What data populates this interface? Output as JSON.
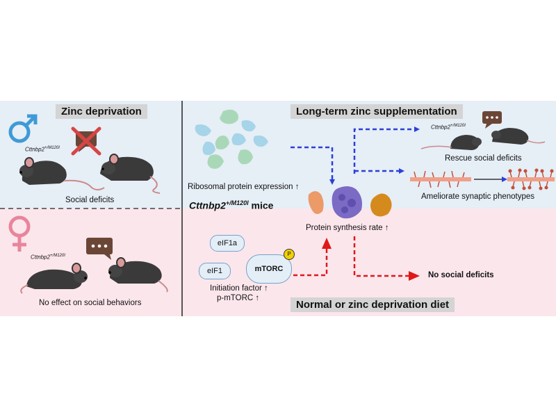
{
  "left": {
    "top_title": "Zinc deprivation",
    "top_genotype": "Cttnbp2",
    "top_genotype_sup": "+/M120I",
    "top_caption": "Social deficits",
    "bottom_genotype": "Cttnbp2",
    "bottom_genotype_sup": "+/M120I",
    "bottom_caption": "No effect on social behaviors",
    "male_icon": "male-symbol-icon",
    "female_icon": "female-symbol-icon"
  },
  "right": {
    "top_title": "Long-term zinc supplementation",
    "bottom_title": "Normal or zinc deprivation diet",
    "ribosomal_label": "Ribosomal protein expression ↑",
    "mice_label_main": "Cttnbp2",
    "mice_label_sup": "+/M120I",
    "mice_label_suffix": " mice",
    "protein_synthesis_label": "Protein synthesis rate ↑",
    "rescue_genotype": "Cttnbp2",
    "rescue_genotype_sup": "+/M120I",
    "rescue_label": "Rescue social deficits",
    "synaptic_label": "Ameliorate synaptic phenotypes",
    "no_deficit_label": "No social deficits",
    "factors": {
      "eif1a": "eIF1a",
      "eif1": "eIF1",
      "mtorc": "mTORC",
      "phospho": "P"
    },
    "initiation_label": "Initiation factor ↑",
    "pmtorc_label": "p-mTORC ↑"
  },
  "colors": {
    "top_bg": "#e6eef6",
    "bottom_bg": "#fbe6ec",
    "blue_arrow": "#2b3fd8",
    "red_arrow": "#e01818",
    "male": "#3f9ad6",
    "female": "#e8859b"
  }
}
